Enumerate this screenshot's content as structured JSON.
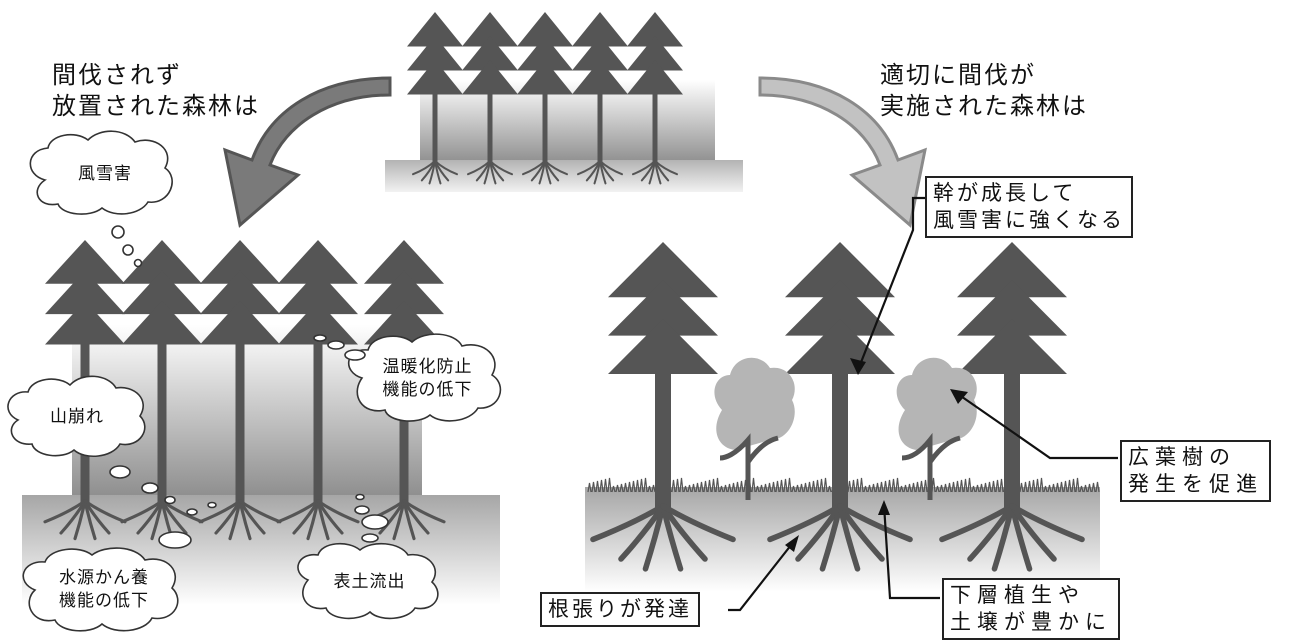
{
  "headings": {
    "left": [
      "間伐されず",
      "放置された森林は"
    ],
    "right": [
      "適切に間伐が",
      "実施された森林は"
    ]
  },
  "clouds": {
    "wind_snow": [
      "風雪害"
    ],
    "landslide": [
      "山崩れ"
    ],
    "warming": [
      "温暖化防止",
      "機能の低下"
    ],
    "water": [
      "水源かん養",
      "機能の低下"
    ],
    "topsoil": [
      "表土流出"
    ]
  },
  "boxes": {
    "trunk": [
      "幹が成長して",
      "風雪害に強くなる"
    ],
    "broadleaf": [
      "広葉樹の",
      "発生を促進"
    ],
    "roots": [
      "根張りが発達"
    ],
    "understory": [
      "下層植生や",
      "土壌が豊かに"
    ]
  },
  "colors": {
    "tree": "#555555",
    "arrow_left": "#7a7a7a",
    "arrow_right": "#bdbdbd",
    "broadleaf": "#b5b5b5",
    "ground": "#9a9a9a",
    "box_border": "#222222"
  }
}
